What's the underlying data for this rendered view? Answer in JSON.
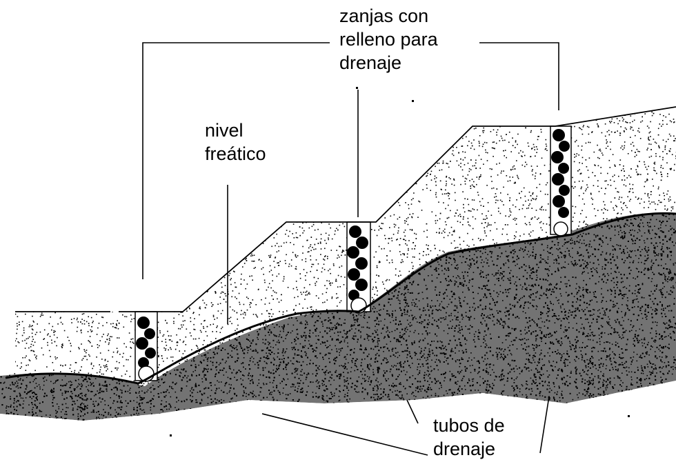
{
  "labels": {
    "trenches": "zanjas con\nrelleno para\ndrenaje",
    "water_table": "nivel\nfreático",
    "drain_pipes": "tubos de\ndrenaje"
  },
  "colors": {
    "background": "#ffffff",
    "ink": "#000000"
  }
}
